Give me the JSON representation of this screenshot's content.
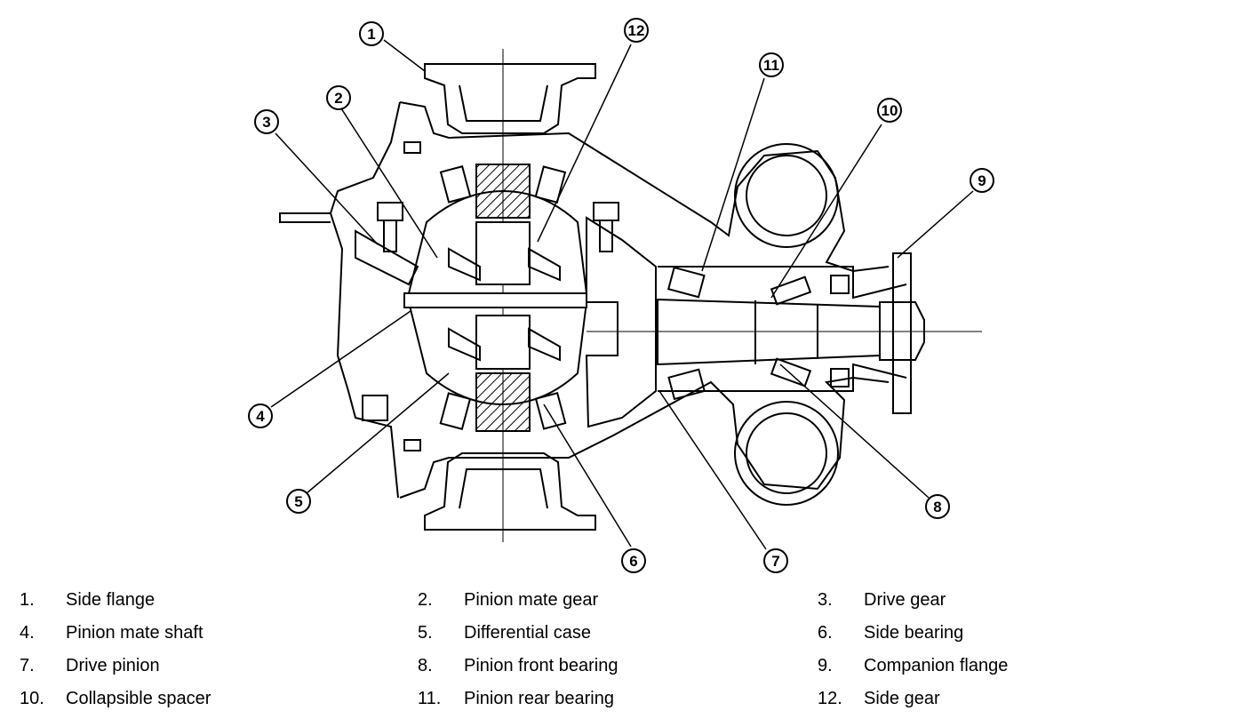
{
  "callouts": [
    "1",
    "2",
    "3",
    "4",
    "5",
    "6",
    "7",
    "8",
    "9",
    "10",
    "11",
    "12"
  ],
  "legend": [
    {
      "num": "1.",
      "label": "Side flange"
    },
    {
      "num": "2.",
      "label": "Pinion mate gear"
    },
    {
      "num": "3.",
      "label": "Drive gear"
    },
    {
      "num": "4.",
      "label": "Pinion mate shaft"
    },
    {
      "num": "5.",
      "label": "Differential case"
    },
    {
      "num": "6.",
      "label": "Side bearing"
    },
    {
      "num": "7.",
      "label": "Drive pinion"
    },
    {
      "num": "8.",
      "label": "Pinion front bearing"
    },
    {
      "num": "9.",
      "label": "Companion flange"
    },
    {
      "num": "10.",
      "label": "Collapsible spacer"
    },
    {
      "num": "11.",
      "label": "Pinion rear bearing"
    },
    {
      "num": "12.",
      "label": "Side gear"
    }
  ]
}
